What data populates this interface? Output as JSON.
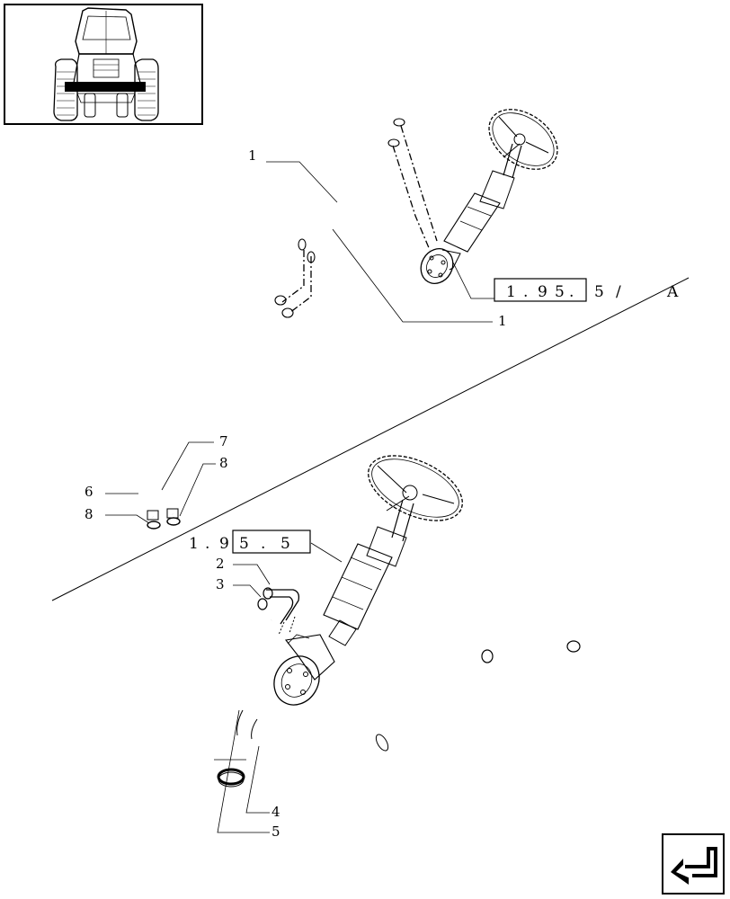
{
  "diagram": {
    "callouts": {
      "upper_1a": "1",
      "upper_1b": "1",
      "c7": "7",
      "c8a": "8",
      "c6": "6",
      "c8b": "8",
      "c2": "2",
      "c3": "3",
      "c4": "4",
      "c5": "5"
    },
    "refs": {
      "upper": {
        "boxed": [
          "1",
          ".",
          "9",
          "5",
          ".",
          "5"
        ],
        "suffix": "/",
        "page": "A"
      },
      "lower": {
        "prefix": [
          "1",
          ".",
          "9"
        ],
        "boxed": [
          "5",
          ".",
          "5"
        ]
      }
    }
  },
  "nav": {
    "thumbnail_icon": "tractor-front-view-icon",
    "next_icon": "next-page-arrow-icon"
  }
}
